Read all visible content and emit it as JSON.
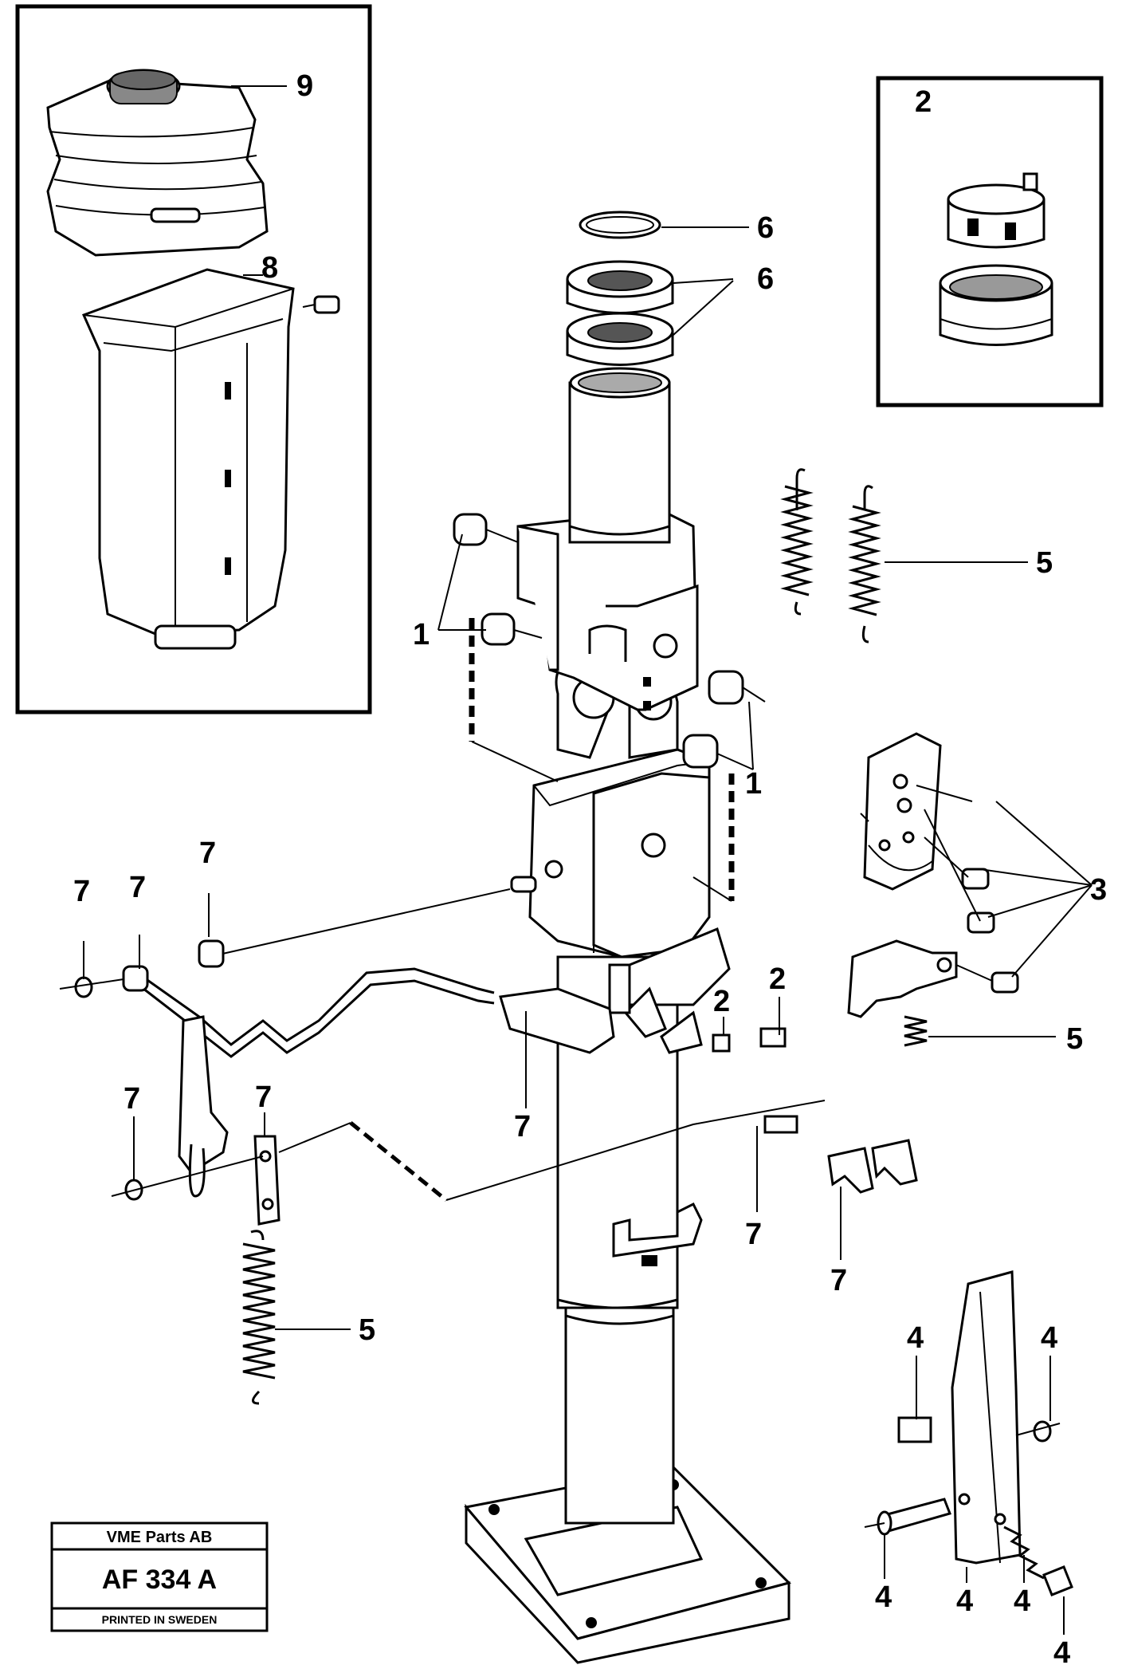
{
  "callouts": [
    {
      "id": "c9",
      "label": "9"
    },
    {
      "id": "c8",
      "label": "8"
    },
    {
      "id": "c2a",
      "label": "2"
    },
    {
      "id": "c6a",
      "label": "6"
    },
    {
      "id": "c6b",
      "label": "6"
    },
    {
      "id": "c5a",
      "label": "5"
    },
    {
      "id": "c1a",
      "label": "1"
    },
    {
      "id": "c1b",
      "label": "1"
    },
    {
      "id": "c3",
      "label": "3"
    },
    {
      "id": "c7a",
      "label": "7"
    },
    {
      "id": "c7b",
      "label": "7"
    },
    {
      "id": "c7c",
      "label": "7"
    },
    {
      "id": "c2b",
      "label": "2"
    },
    {
      "id": "c2c",
      "label": "2"
    },
    {
      "id": "c5b",
      "label": "5"
    },
    {
      "id": "c7d",
      "label": "7"
    },
    {
      "id": "c7e",
      "label": "7"
    },
    {
      "id": "c7f",
      "label": "7"
    },
    {
      "id": "c7g",
      "label": "7"
    },
    {
      "id": "c7h",
      "label": "7"
    },
    {
      "id": "c5c",
      "label": "5"
    },
    {
      "id": "c4a",
      "label": "4"
    },
    {
      "id": "c4b",
      "label": "4"
    },
    {
      "id": "c4c",
      "label": "4"
    },
    {
      "id": "c4d",
      "label": "4"
    },
    {
      "id": "c4e",
      "label": "4"
    },
    {
      "id": "c4f",
      "label": "4"
    }
  ],
  "stamp": {
    "company": "VME Parts AB",
    "code": "AF 334 A",
    "printed": "PRINTED IN SWEDEN"
  }
}
